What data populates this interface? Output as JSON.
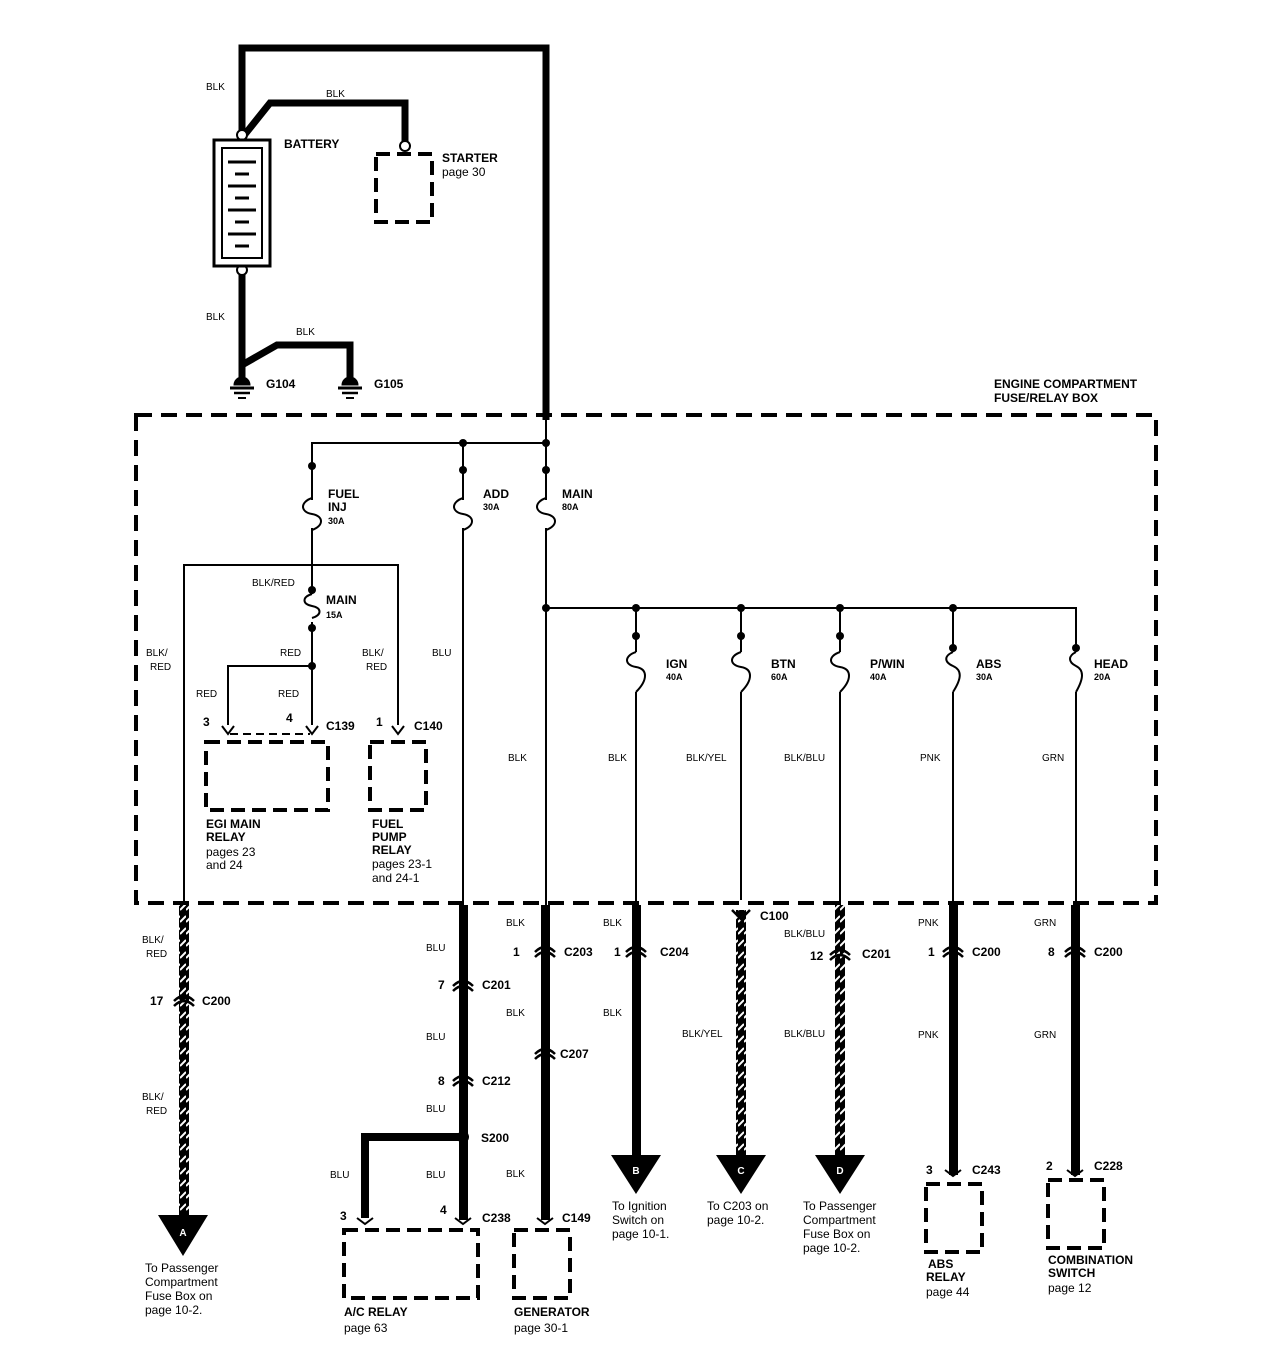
{
  "battery": {
    "label": "BATTERY",
    "top_wire": "BLK",
    "bottom_wire": "BLK"
  },
  "starter": {
    "label": "STARTER",
    "page": "page 30",
    "wire": "BLK"
  },
  "grounds": {
    "g104": "G104",
    "g105": "G105",
    "wire": "BLK"
  },
  "box": {
    "title1": "ENGINE COMPARTMENT",
    "title2": "FUSE/RELAY BOX"
  },
  "fuses": {
    "fuel_inj": {
      "name1": "FUEL",
      "name2": "INJ",
      "rating": "30A"
    },
    "add": {
      "name": "ADD",
      "rating": "30A"
    },
    "main80": {
      "name": "MAIN",
      "rating": "80A"
    },
    "main15": {
      "name": "MAIN",
      "rating": "15A"
    },
    "ign": {
      "name": "IGN",
      "rating": "40A"
    },
    "btn": {
      "name": "BTN",
      "rating": "60A"
    },
    "pwin": {
      "name": "P/WIN",
      "rating": "40A"
    },
    "abs": {
      "name": "ABS",
      "rating": "30A"
    },
    "head": {
      "name": "HEAD",
      "rating": "20A"
    }
  },
  "wires": {
    "blk": "BLK",
    "blk_red": "BLK/RED",
    "blk_slash": "BLK/",
    "red": "RED",
    "blu": "BLU",
    "blk_yel": "BLK/YEL",
    "blk_blu": "BLK/BLU",
    "pnk": "PNK",
    "grn": "GRN"
  },
  "connectors": {
    "c139": "C139",
    "c140": "C140",
    "c200": "C200",
    "c201": "C201",
    "c203": "C203",
    "c204": "C204",
    "c100": "C100",
    "c207": "C207",
    "c212": "C212",
    "s200": "S200",
    "c238": "C238",
    "c149": "C149",
    "c243": "C243",
    "c228": "C228"
  },
  "pins": {
    "p3": "3",
    "p4": "4",
    "p1": "1",
    "p17": "17",
    "p7": "7",
    "p8": "8",
    "p12": "12",
    "p2": "2"
  },
  "components": {
    "egi": {
      "name1": "EGI MAIN",
      "name2": "RELAY",
      "pages1": "pages 23",
      "pages2": "and 24"
    },
    "fuel_pump": {
      "name1": "FUEL",
      "name2": "PUMP",
      "name3": "RELAY",
      "pages1": "pages 23-1",
      "pages2": "and 24-1"
    },
    "ac_relay": {
      "name": "A/C RELAY",
      "page": "page 63"
    },
    "generator": {
      "name": "GENERATOR",
      "page": "page 30-1"
    },
    "abs_relay": {
      "name1": "ABS",
      "name2": "RELAY",
      "page": "page 44"
    },
    "comb_switch": {
      "name1": "COMBINATION",
      "name2": "SWITCH",
      "page": "page 12"
    }
  },
  "arrows": {
    "a": {
      "letter": "A",
      "l1": "To Passenger",
      "l2": "Compartment",
      "l3": "Fuse Box on",
      "l4": "page 10-2."
    },
    "b": {
      "letter": "B",
      "l1": "To Ignition",
      "l2": "Switch on",
      "l3": "page 10-1."
    },
    "c": {
      "letter": "C",
      "l1": "To C203 on",
      "l2": "page 10-2."
    },
    "d": {
      "letter": "D",
      "l1": "To Passenger",
      "l2": "Compartment",
      "l3": "Fuse Box on",
      "l4": "page 10-2."
    }
  }
}
